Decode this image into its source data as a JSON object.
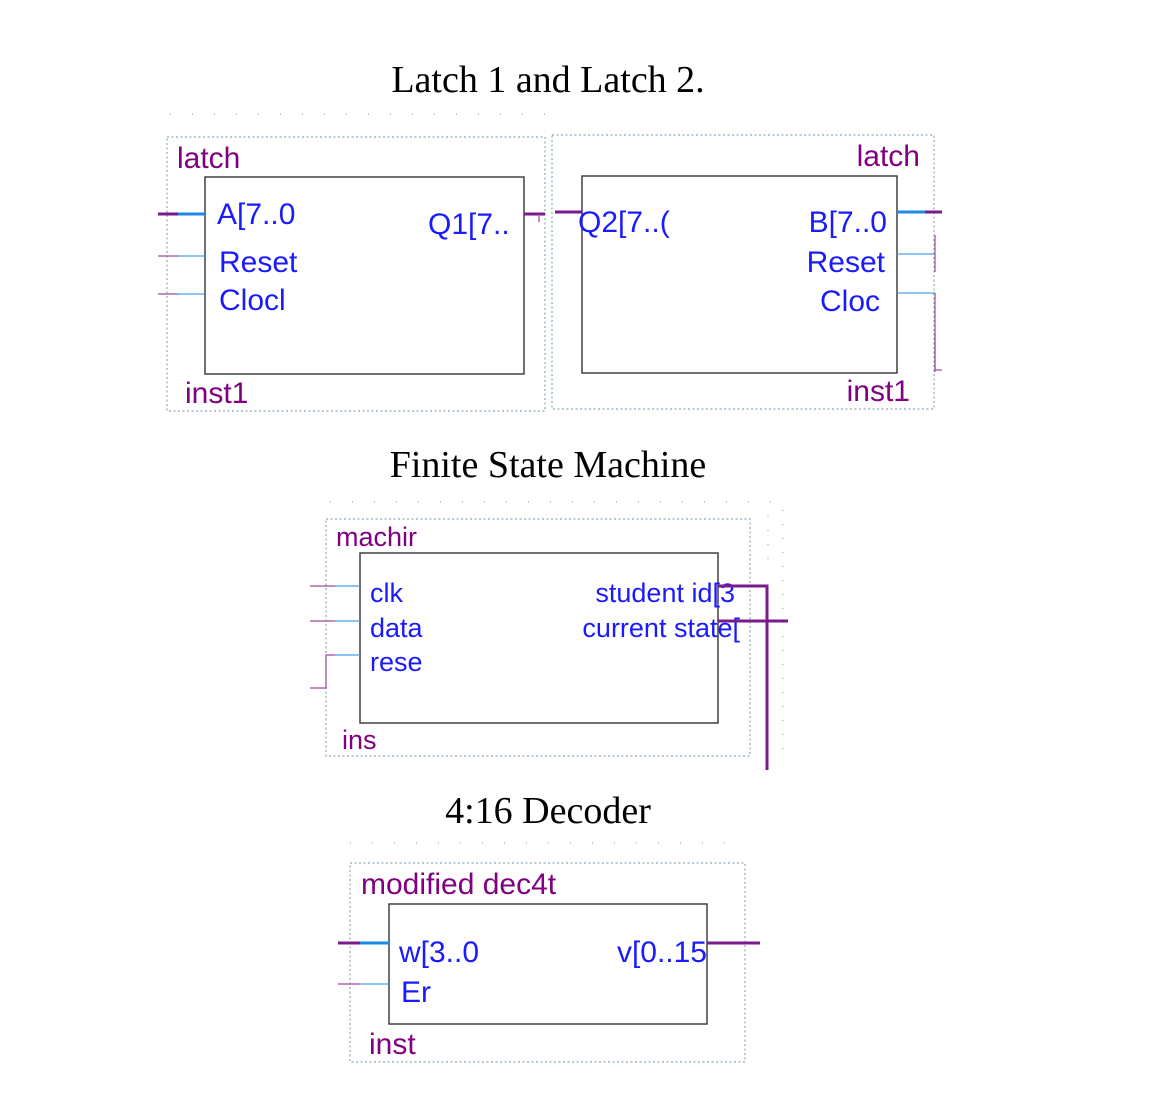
{
  "captions": {
    "latch": "Latch 1 and Latch 2.",
    "fsm": "Finite State Machine",
    "decoder": "4:16 Decoder"
  },
  "latch1": {
    "type": "latch",
    "instance": "inst1",
    "ports_in": [
      "A[7..0",
      "Reset",
      "Clocl"
    ],
    "port_out": "Q1[7..",
    "instance_visible": "inst1"
  },
  "latch2": {
    "type": "latch",
    "instance": "inst1",
    "port_in": "Q2[7..(",
    "ports_out": [
      "B[7..0",
      "Reset",
      "Cloc"
    ]
  },
  "fsm": {
    "type": "machir",
    "instance": "ins",
    "ports_in": [
      "clk",
      "data",
      "rese"
    ],
    "ports_out": [
      "student  id[3",
      "current  state["
    ]
  },
  "decoder": {
    "type": "modified  dec4t",
    "instance": "inst",
    "port_in": [
      "w[3..0",
      "Er"
    ],
    "port_out": "v[0..15"
  }
}
